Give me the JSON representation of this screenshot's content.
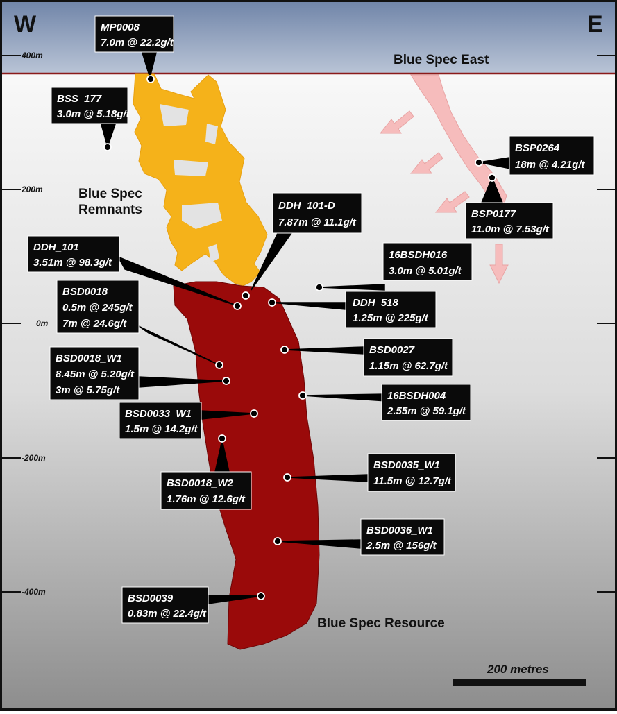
{
  "compass": {
    "west": "W",
    "east": "E"
  },
  "elevations": [
    "400m",
    "200m",
    "0m",
    "-200m",
    "-400m"
  ],
  "regions": {
    "east": "Blue Spec East",
    "remnants_line1": "Blue Spec",
    "remnants_line2": "Remnants",
    "resource": "Blue Spec Resource"
  },
  "colors": {
    "remnants": "#f5b21a",
    "resource": "#9a0a0a",
    "east_zone": "#f6bcbc",
    "label_bg": "#0a0a0a",
    "surface_line": "#8b1a1a"
  },
  "scale_bar": {
    "label": "200 metres"
  },
  "intercepts": [
    {
      "hole": "MP0008",
      "lines": [
        "7.0m @ 22.2g/t"
      ]
    },
    {
      "hole": "BSS_177",
      "lines": [
        "3.0m @ 5.18g/t"
      ]
    },
    {
      "hole": "BSP0264",
      "lines": [
        "18m @ 4.21g/t"
      ]
    },
    {
      "hole": "BSP0177",
      "lines": [
        "11.0m @ 7.53g/t"
      ]
    },
    {
      "hole": "DDH_101-D",
      "lines": [
        "7.87m @ 11.1g/t"
      ]
    },
    {
      "hole": "DDH_101",
      "lines": [
        "3.51m @ 98.3g/t"
      ]
    },
    {
      "hole": "16BSDH016",
      "lines": [
        "3.0m @ 5.01g/t"
      ]
    },
    {
      "hole": "BSD0018",
      "lines": [
        "0.5m @ 245g/t",
        "7m @ 24.6g/t"
      ]
    },
    {
      "hole": "DDH_518",
      "lines": [
        "1.25m @ 225g/t"
      ]
    },
    {
      "hole": "BSD0027",
      "lines": [
        "1.15m @ 62.7g/t"
      ]
    },
    {
      "hole": "BSD0018_W1",
      "lines": [
        "8.45m @ 5.20g/t",
        "3m @ 5.75g/t"
      ]
    },
    {
      "hole": "16BSDH004",
      "lines": [
        "2.55m @ 59.1g/t"
      ]
    },
    {
      "hole": "BSD0033_W1",
      "lines": [
        "1.5m @ 14.2g/t"
      ]
    },
    {
      "hole": "BSD0035_W1",
      "lines": [
        "11.5m @ 12.7g/t"
      ]
    },
    {
      "hole": "BSD0018_W2",
      "lines": [
        "1.76m @ 12.6g/t"
      ]
    },
    {
      "hole": "BSD0036_W1",
      "lines": [
        "2.5m @ 156g/t"
      ]
    },
    {
      "hole": "BSD0039",
      "lines": [
        "0.83m @ 22.4g/t"
      ]
    }
  ]
}
